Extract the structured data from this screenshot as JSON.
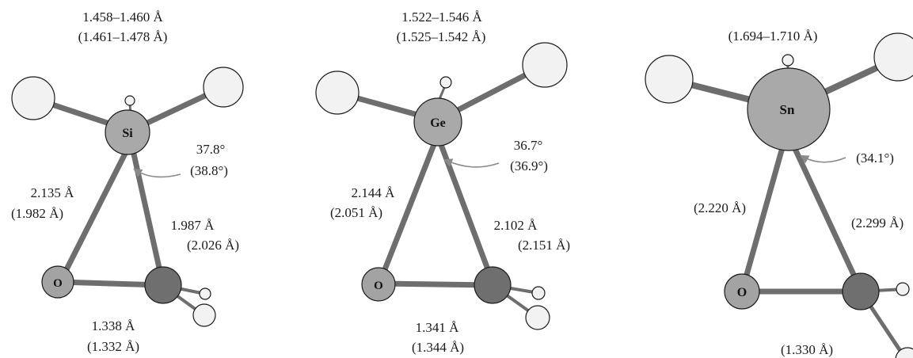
{
  "colors": {
    "bond": "#6e6e6e",
    "metal_atom": "#a9a9a9",
    "oxygen_atom": "#a3a3a3",
    "carbon_atom": "#6f6f6f",
    "hydrogen_atom": "#f2f2f2",
    "outline": "#1a1a1a"
  },
  "panels": [
    {
      "atoms": {
        "metal": "Si",
        "oxygen": "O"
      },
      "labels": {
        "metal_h_bond": "1.458–1.460 Å",
        "metal_h_bond_alt": "(1.461–1.478 Å)",
        "angle": "37.8°",
        "angle_alt": "(38.8°)",
        "metal_o_bond": "2.135 Å",
        "metal_o_bond_alt": "(1.982 Å)",
        "metal_c_bond": "1.987 Å",
        "metal_c_bond_alt": "(2.026 Å)",
        "o_c_bond": "1.338 Å",
        "o_c_bond_alt": "(1.332 Å)"
      }
    },
    {
      "atoms": {
        "metal": "Ge",
        "oxygen": "O"
      },
      "labels": {
        "metal_h_bond": "1.522–1.546 Å",
        "metal_h_bond_alt": "(1.525–1.542 Å)",
        "angle": "36.7°",
        "angle_alt": "(36.9°)",
        "metal_o_bond": "2.144 Å",
        "metal_o_bond_alt": "(2.051 Å)",
        "metal_c_bond": "2.102 Å",
        "metal_c_bond_alt": "(2.151 Å)",
        "o_c_bond": "1.341 Å",
        "o_c_bond_alt": "(1.344 Å)"
      }
    },
    {
      "atoms": {
        "metal": "Sn",
        "oxygen": "O"
      },
      "labels": {
        "metal_h_bond_alt": "(1.694–1.710 Å)",
        "angle_alt": "(34.1°)",
        "metal_o_bond_alt": "(2.220 Å)",
        "metal_c_bond_alt": "(2.299 Å)",
        "o_c_bond_alt": "(1.330 Å)"
      }
    }
  ]
}
